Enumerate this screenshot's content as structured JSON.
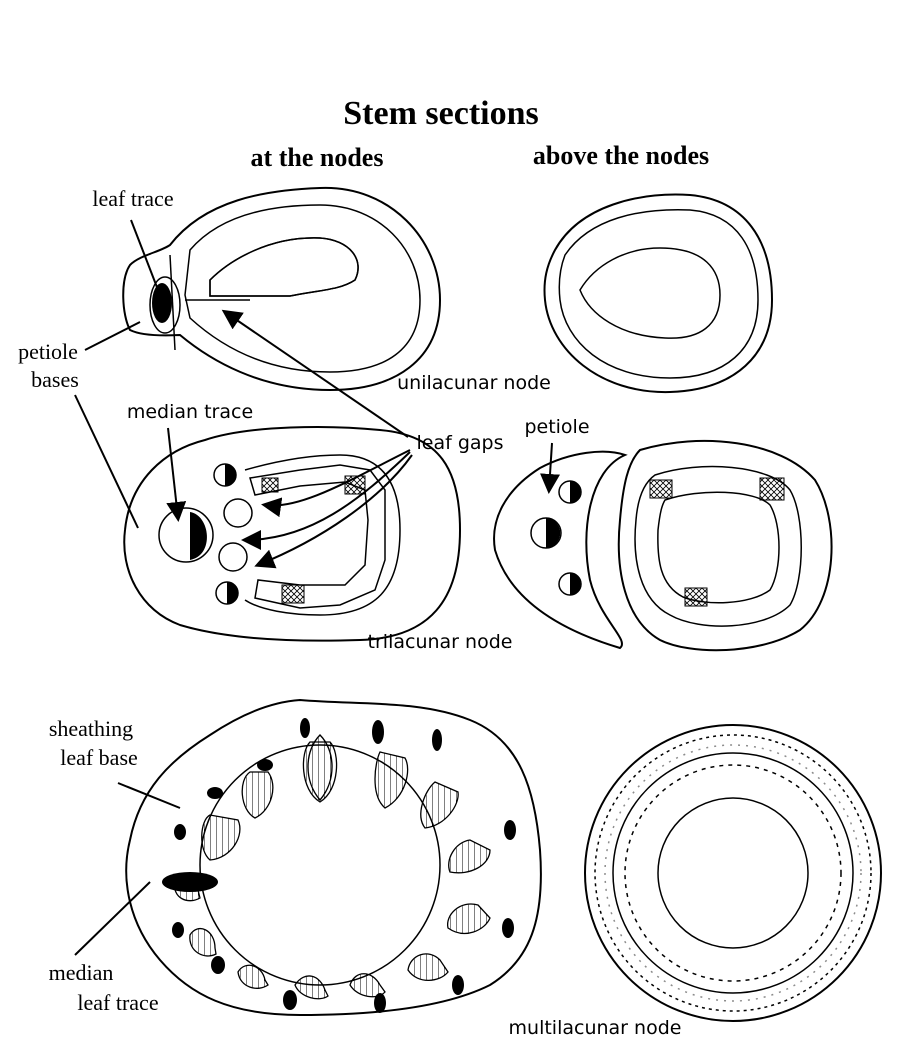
{
  "title": "Stem sections",
  "headings": {
    "at_nodes": "at the nodes",
    "above_nodes": "above the nodes"
  },
  "labels": {
    "leaf_trace": "leaf trace",
    "petiole_bases_1": "petiole",
    "petiole_bases_2": "bases",
    "median_trace": "median  trace",
    "leaf_gaps": "leaf  gaps",
    "petiole": "petiole",
    "sheathing_1": "sheathing",
    "sheathing_2": "leaf base",
    "median_leaf_1": "median",
    "median_leaf_2": "leaf trace"
  },
  "captions": {
    "unilacunar": "unilacunar  node",
    "trilacunar": "trilacunar  node",
    "multilacunar": "multilacunar  node"
  }
}
